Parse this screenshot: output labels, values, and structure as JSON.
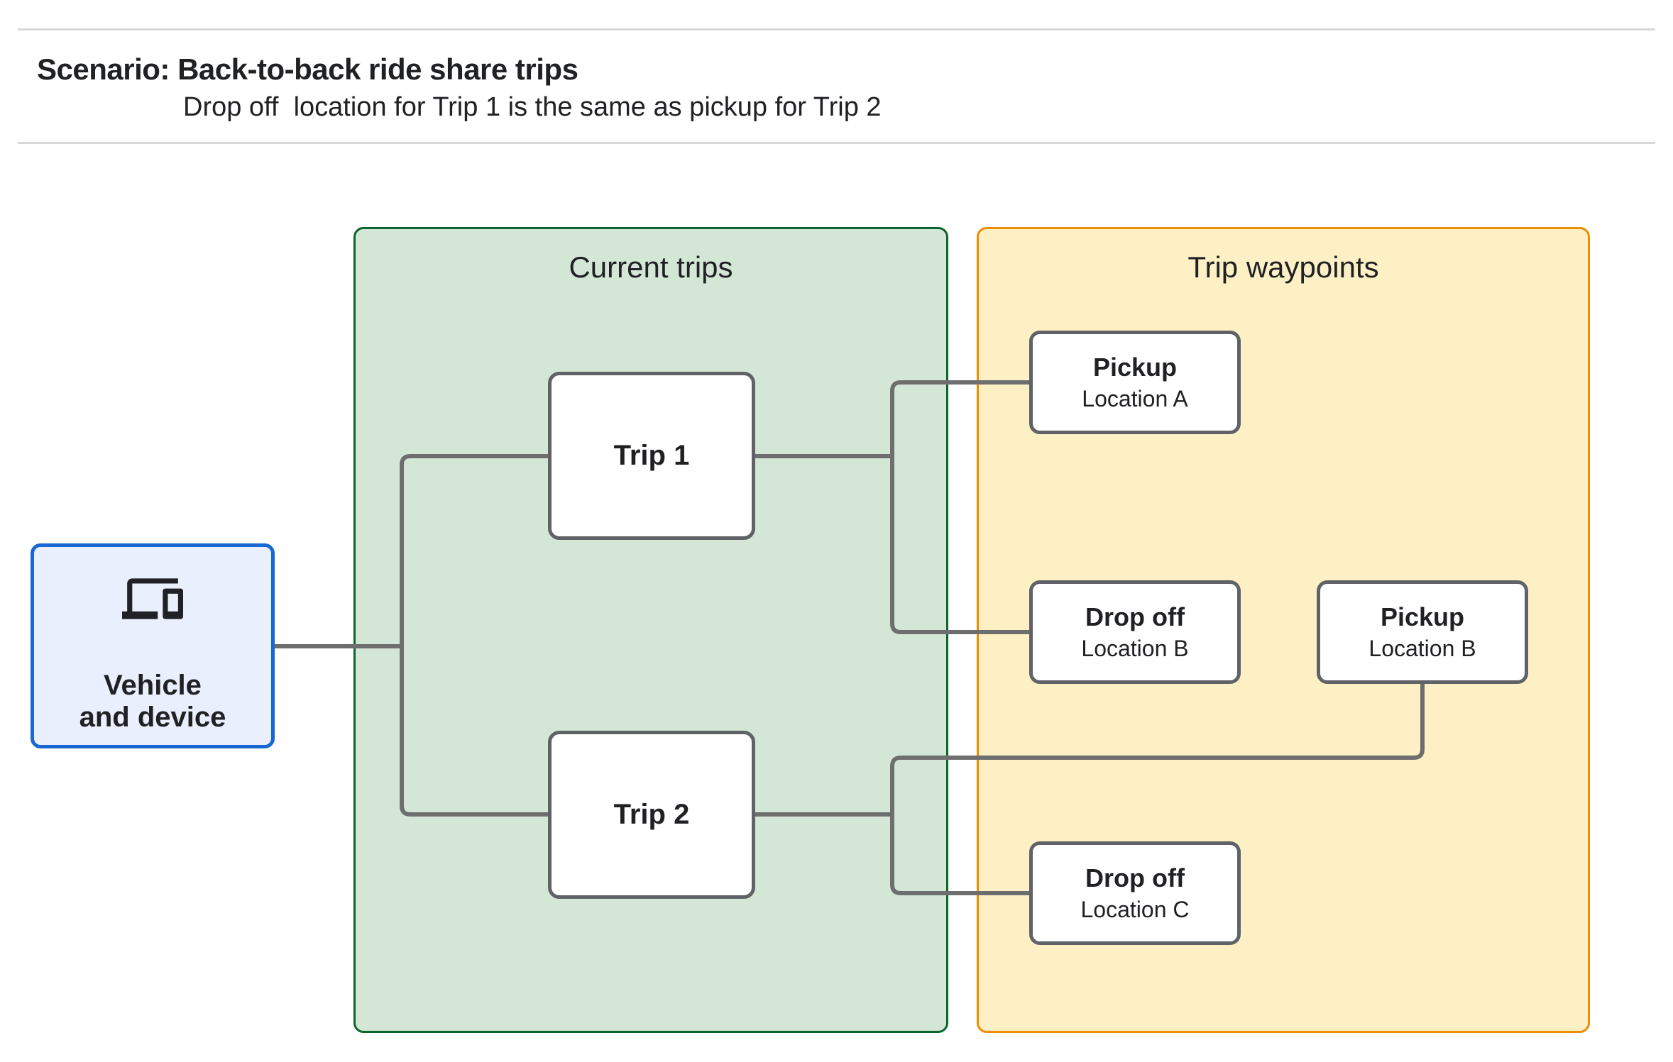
{
  "header": {
    "title": "Scenario: Back-to-back ride share trips",
    "subtitle": "Drop off  location for Trip 1 is the same as pickup for Trip 2"
  },
  "vehicle": {
    "icon": "devices-icon",
    "line1": "Vehicle",
    "line2": "and device"
  },
  "current_trips": {
    "title": "Current trips",
    "trips": [
      {
        "label": "Trip 1"
      },
      {
        "label": "Trip 2"
      }
    ]
  },
  "trip_waypoints": {
    "title": "Trip waypoints",
    "waypoints": [
      {
        "type": "Pickup",
        "location": "Location A"
      },
      {
        "type": "Drop off",
        "location": "Location B"
      },
      {
        "type": "Pickup",
        "location": "Location B"
      },
      {
        "type": "Drop off",
        "location": "Location C"
      }
    ]
  },
  "edges": [
    "Vehicle and device -> Trip 1",
    "Vehicle and device -> Trip 2",
    "Trip 1 -> Pickup (Location A)",
    "Trip 1 -> Drop off (Location B)",
    "Trip 2 -> Pickup (Location B)",
    "Trip 2 -> Drop off (Location C)"
  ],
  "colors": {
    "page-bg": "#ffffff",
    "text": "#202124",
    "divider": "#d7d7d7",
    "blue-border": "#1967d2",
    "blue-fill": "#e9effc",
    "green-border": "#0d652d",
    "green-fill": "#d4e7d7",
    "orange-border": "#ef8d00",
    "yellow-fill": "#fdf0c5",
    "node-border": "#5f6368",
    "node-fill": "#ffffff",
    "connector": "#6e6e6e"
  }
}
